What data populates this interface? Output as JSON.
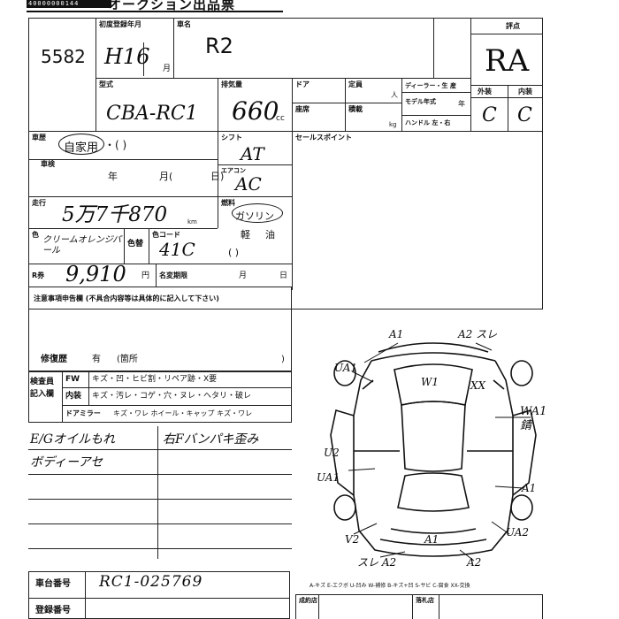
{
  "header": {
    "sheet_title": "出品票",
    "title_partial": "オークション出品票",
    "header_code": "40000000144"
  },
  "lot": {
    "number": "5582"
  },
  "first_registration": {
    "label": "初度登録年月",
    "era_value": "H16",
    "month_unit": "月"
  },
  "car_name": {
    "label": "車名",
    "value": "R2"
  },
  "grade": {
    "label": "評点",
    "value": "RA",
    "exterior_label": "外装",
    "exterior_value": "C",
    "interior_label": "内装",
    "interior_value": "C"
  },
  "model": {
    "label": "型式",
    "value": "CBA-RC1"
  },
  "displacement": {
    "label": "排気量",
    "value": "660",
    "unit": "cc"
  },
  "doors": {
    "label": "ドア"
  },
  "capacity": {
    "label": "定員",
    "unit": "人"
  },
  "seats": {
    "label": "座席"
  },
  "load": {
    "label": "積載",
    "unit": "kg"
  },
  "dealer": {
    "label": "ディーラー・生 産"
  },
  "model_year": {
    "label": "モデル年式",
    "unit": "年"
  },
  "steering": {
    "label": "ハンドル 左・右"
  },
  "usage": {
    "label": "車歴",
    "value": "自家用",
    "rest": "・(                )"
  },
  "inspection": {
    "label": "車検",
    "year_unit": "年",
    "month_unit": "月(",
    "day_unit": "日)"
  },
  "shift": {
    "label": "シフト",
    "value": "AT"
  },
  "ac": {
    "label": "エアコン",
    "value": "AC"
  },
  "mileage": {
    "label": "走行",
    "value": "5万7千870",
    "unit": "km"
  },
  "fuel": {
    "label": "燃料",
    "value": "ガソリン",
    "light": "軽",
    "diesel": "油",
    "paren": "(          )"
  },
  "color": {
    "label": "色",
    "value": "クリームオレンジパール",
    "code_label": "色替",
    "color_code_label": "色コード",
    "color_code": "41C"
  },
  "recycle": {
    "label": "R券",
    "value": "9,910",
    "unit": "円",
    "name_change_label": "名変期限",
    "month_unit": "月",
    "day_unit": "日"
  },
  "sales_point": {
    "label": "セールスポイント"
  },
  "notes": {
    "label": "注意事項申告欄 (不具合内容等は具体的に記入して下さい)",
    "repair_label": "修復歴",
    "repair_yes": "有",
    "repair_location": "(箇所",
    "repair_close": ")"
  },
  "inspector_fields": {
    "label1": "検査員",
    "label2": "記入欄",
    "rows": [
      {
        "head": "FW",
        "text": "キズ・凹・ヒビ割・リペア跡・X要"
      },
      {
        "head": "内装",
        "text": "キズ・汚レ・コゲ・穴・ヌレ・ヘタリ・破レ"
      },
      {
        "head": "ドアミラー",
        "text": "キズ・ワレ  ホイール・キャップ  キズ・ワレ"
      }
    ]
  },
  "handwritten_notes": {
    "left_line1": "E/Gオイルもれ",
    "left_line2": "ボディーアセ",
    "right_line1": "右Fバンパキ歪み"
  },
  "diagram": {
    "marks": [
      {
        "text": "A1"
      },
      {
        "text": "A2 スレ"
      },
      {
        "text": "UA1"
      },
      {
        "text": "W1"
      },
      {
        "text": "XX"
      },
      {
        "text": "WA1 錆"
      },
      {
        "text": "U2"
      },
      {
        "text": "UA1"
      },
      {
        "text": "A1"
      },
      {
        "text": "V2"
      },
      {
        "text": "A1"
      },
      {
        "text": "UA2"
      },
      {
        "text": "スレ A2"
      },
      {
        "text": "A2"
      }
    ],
    "legend": "A-キズ  E-エクボ  U-凹み  W-補修  B-キズ+凹  S-サビ  C-腐食  XX-交換"
  },
  "chassis": {
    "label": "車台番号",
    "value": "RC1-025769"
  },
  "registration": {
    "label": "登録番号"
  },
  "footer": {
    "label_a": "成約店",
    "label_b": "落札店"
  }
}
